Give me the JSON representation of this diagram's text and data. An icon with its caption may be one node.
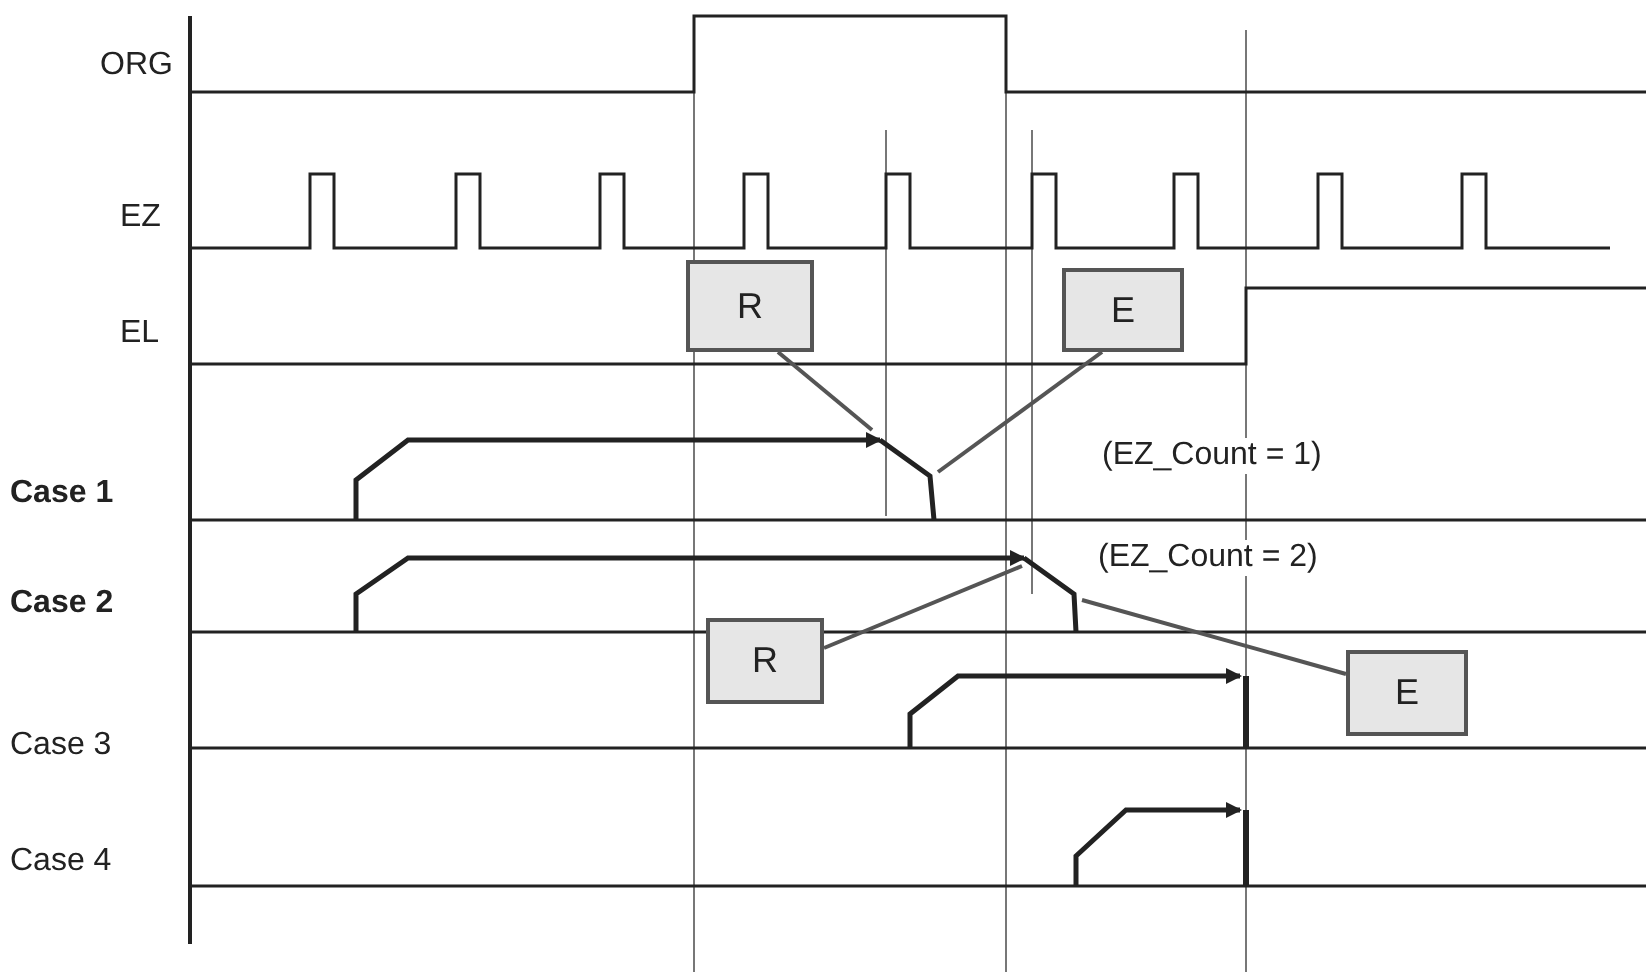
{
  "diagram": {
    "nodes": [
      {
        "text": [
          "R"
        ]
      },
      {
        "text": [
          "E"
        ]
      },
      {
        "text": [
          "R"
        ]
      },
      {
        "text": [
          "E"
        ]
      }
    ],
    "edges": [
      {
        "from": 0,
        "to": null,
        "arrow": "none"
      },
      {
        "from": 1,
        "to": null,
        "arrow": "none"
      },
      {
        "from": 2,
        "to": null,
        "arrow": "none"
      },
      {
        "from": 3,
        "to": null,
        "arrow": "none"
      }
    ],
    "labels": [
      "ORG",
      "EZ",
      "EL",
      "Case 1",
      "(EZ_Count = 1)",
      "Case 2",
      "(EZ_Count = 2)",
      "Case 3",
      "Case 4"
    ]
  }
}
